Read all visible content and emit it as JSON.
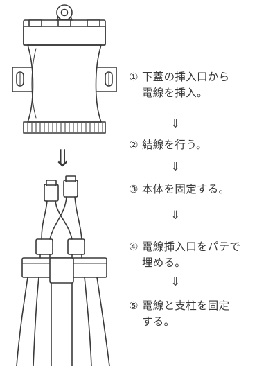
{
  "steps": [
    {
      "num": "①",
      "line1": "下蓋の挿入口から",
      "line2": "電線を挿入。"
    },
    {
      "num": "②",
      "line1": "結線を行う。",
      "line2": ""
    },
    {
      "num": "③",
      "line1": "本体を固定する。",
      "line2": ""
    },
    {
      "num": "④",
      "line1": "電線挿入口をパテで",
      "line2": "埋める。"
    },
    {
      "num": "⑤",
      "line1": "電線と支柱を固定",
      "line2": "する。"
    }
  ],
  "step_arrow_glyph": "⇓",
  "big_arrow_glyph": "⇓",
  "colors": {
    "line": "#3a3a3a",
    "text": "#3a3a3a",
    "background": "#ffffff"
  }
}
